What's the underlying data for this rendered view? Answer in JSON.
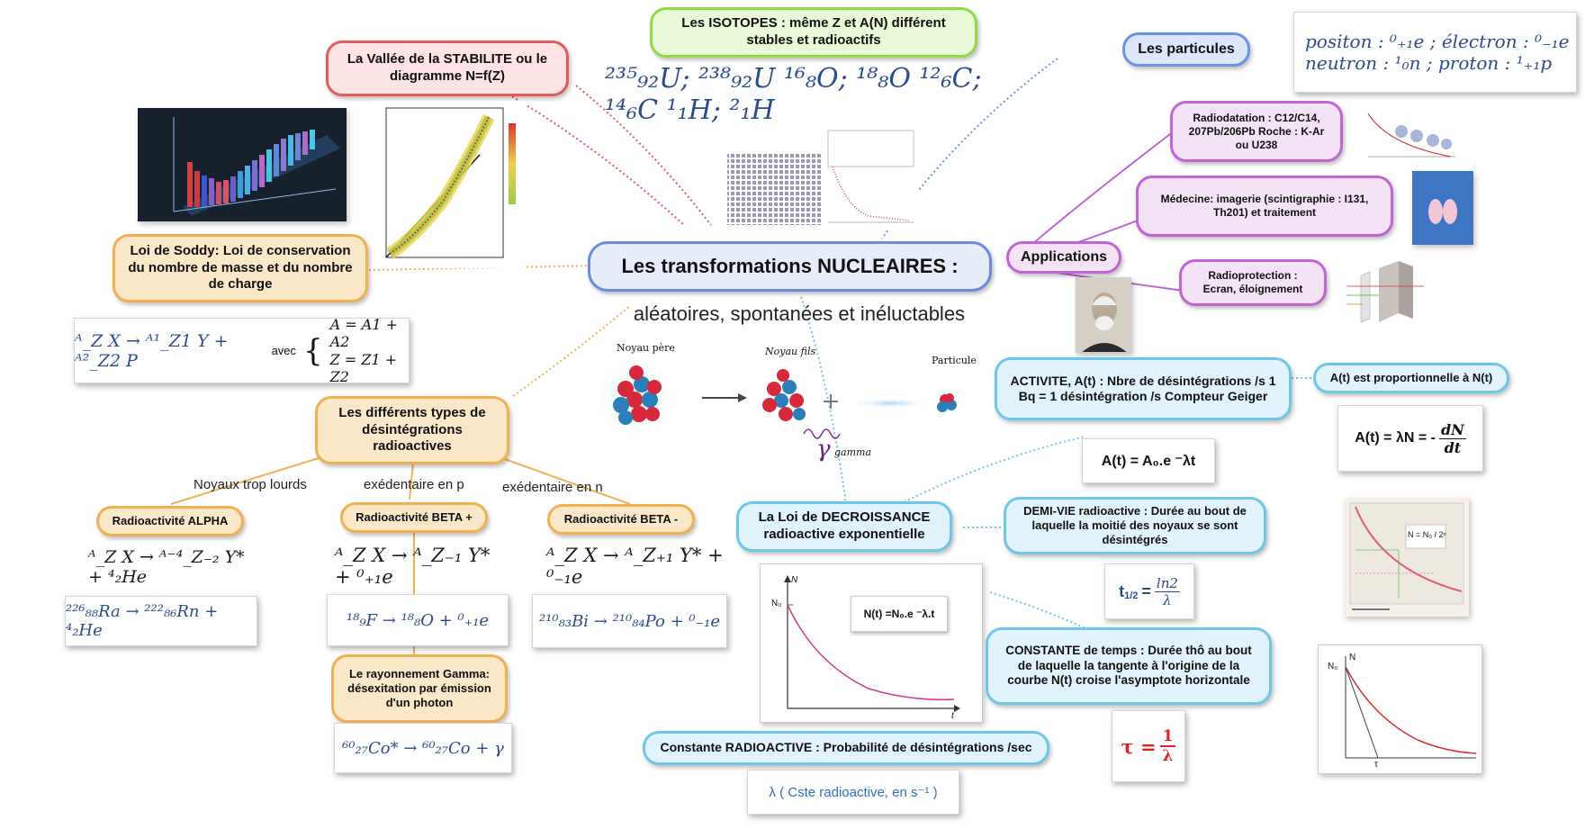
{
  "central": {
    "title": "Les transformations NUCLEAIRES :",
    "subtitle": "aléatoires, spontanées et inéluctables"
  },
  "top": {
    "isotopes": "Les ISOTOPES : même Z et A(N) différent stables et radioactifs",
    "isotopes_formula": "²³⁵₉₂U; ²³⁸₉₂U  ¹⁶₈O; ¹⁸₈O  ¹²₆C; ¹⁴₆C  ¹₁H; ²₁H",
    "vallee": "La Vallée de la STABILITE ou le diagramme N=f(Z)",
    "particules": "Les particules",
    "particules_formula": {
      "positon": "positon :",
      "positon_sym": "⁰₊₁e ;",
      "electron": "électron :",
      "electron_sym": "⁰₋₁e",
      "neutron": "neutron :",
      "neutron_sym": "¹₀n ;",
      "proton": "proton :",
      "proton_sym": "¹₊₁p"
    }
  },
  "left": {
    "soddy": "Loi de Soddy: Loi de conservation du nombre de masse et du nombre de charge",
    "soddy_formula_left": "ᴬ_Z X → ᴬ¹_Z1 Y + ᴬ²_Z2 P",
    "soddy_avec": "avec",
    "soddy_eq1": "A = A1 + A2",
    "soddy_eq2": "Z = Z1 + Z2",
    "types": "Les différents types de désintégrations radioactives",
    "branch_alpha_label": "Noyaux trop lourds",
    "branch_betap_label": "exédentaire en p",
    "branch_betam_label": "exédentaire en n",
    "alpha": "Radioactivité ALPHA",
    "betap": "Radioactivité BETA +",
    "betam": "Radioactivité BETA -",
    "alpha_general": "ᴬ_Z X → ᴬ⁻⁴_Z₋₂ Y* + ⁴₂He",
    "betap_general": "ᴬ_Z X → ᴬ_Z₋₁ Y* + ⁰₊₁e",
    "betam_general": "ᴬ_Z X → ᴬ_Z₊₁ Y* + ⁰₋₁e",
    "alpha_example": "²²⁶₈₈Ra → ²²²₈₆Rn + ⁴₂He",
    "betap_example": "¹⁸₉F → ¹⁸₈O + ⁰₊₁e",
    "betam_example": "²¹⁰₈₃Bi → ²¹⁰₈₄Po + ⁰₋₁e",
    "gamma": "Le rayonnement Gamma: désexitation par émission d'un photon",
    "gamma_example": "⁶⁰₂₇Co* → ⁶⁰₂₇Co + γ"
  },
  "center_image": {
    "pere": "Noyau père",
    "fils": "Noyau fils",
    "particule": "Particule",
    "gamma_symbol": "γ",
    "gamma_word": "gamma"
  },
  "right": {
    "applications": "Applications",
    "radiodatation": "Radiodatation : C12/C14, 207Pb/206Pb Roche : K-Ar ou U238",
    "medecine": "Médecine: imagerie (scintigraphie : I131, Th201) et traitement",
    "radioprotection": "Radioprotection : Ecran, éloignement",
    "activite": "ACTIVITE, A(t) : Nbre de désintégrations /s 1 Bq = 1 désintégration /s Compteur Geiger",
    "prop": "A(t) est proportionnelle à N(t)",
    "activite_formula": "A(t) = A₀.e ⁻λt",
    "prop_formula_left": "A(t) = λN = -",
    "prop_formula_num": "dN",
    "prop_formula_den": "dt",
    "loi": "La Loi de DECROISSANCE radioactive exponentielle",
    "demivie": "DEMI-VIE radioactive : Durée au bout de laquelle la moitié des noyaux se sont désintégrés",
    "demivie_formula_left": "t",
    "demivie_formula_sub": "1/2",
    "demivie_formula_num": "ln2",
    "demivie_formula_den": "λ",
    "constante_temps": "CONSTANTE de temps : Durée thô au bout de laquelle la tangente à l'origine de la courbe N(t) croise l'asymptote horizontale",
    "tau_left": "τ =",
    "tau_num": "1",
    "tau_den": "λ",
    "constante_radio": "Constante RADIOACTIVE : Probabilité de désintégrations /sec",
    "lambda_unit": "λ ( Cste radioactive, en s⁻¹ )",
    "nt_formula": "N(t) =N₀.e ⁻λ.t",
    "nt_axis_n": "N",
    "nt_axis_n0": "N₀",
    "nt_axis_t": "t",
    "halflife_formula": "N = N₀ / 2ⁿ",
    "tau_axis_n0": "N₀",
    "tau_axis_n": "N",
    "tau_axis_tau": "τ"
  },
  "colors": {
    "red": "#e45b5b",
    "green": "#8fdc45",
    "blue": "#6c92e8",
    "orange": "#f0b155",
    "purple": "#c065d6",
    "cyan": "#6ec6ea",
    "formula": "#2b4c8c"
  }
}
